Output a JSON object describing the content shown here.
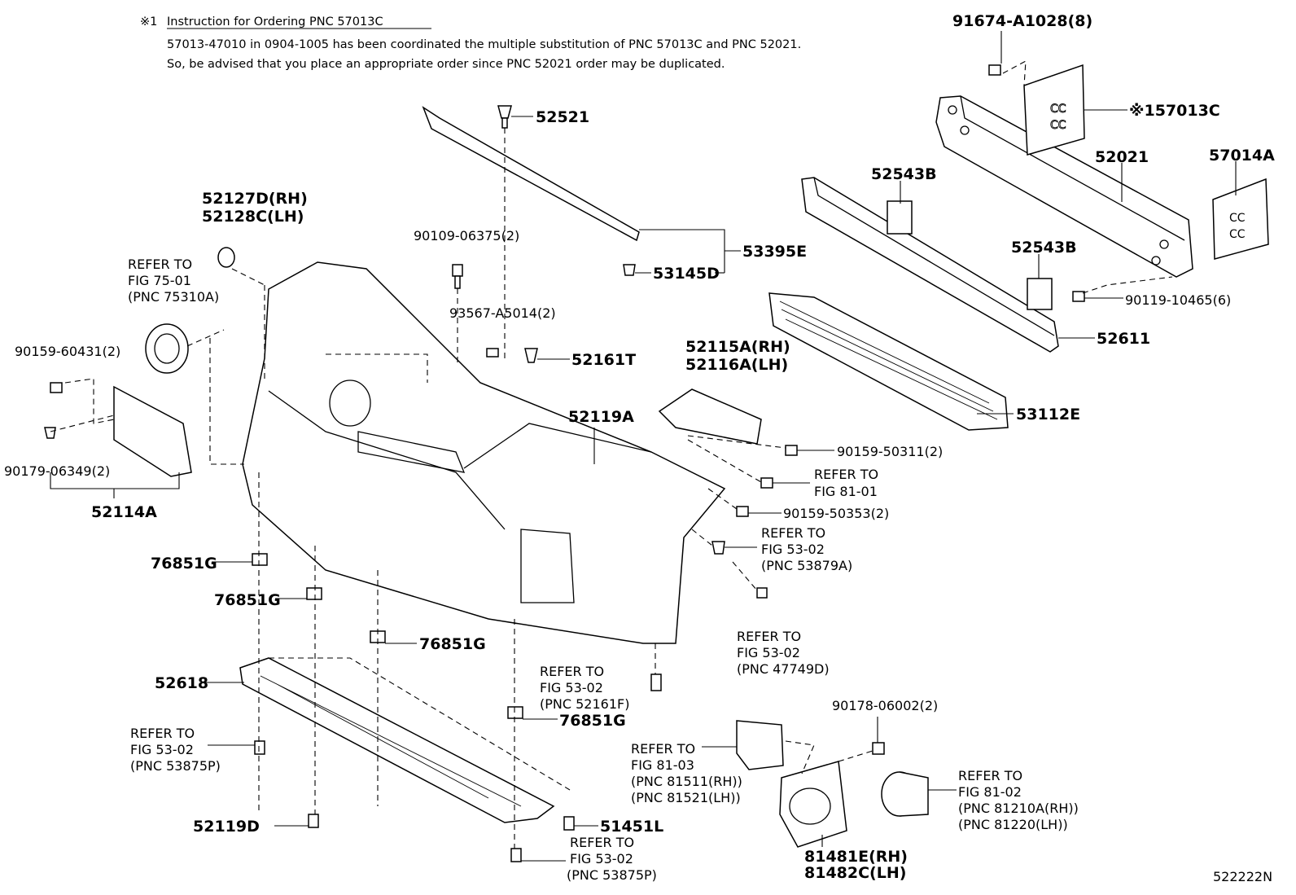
{
  "note": {
    "mark": "※1",
    "title": "Instruction for Ordering PNC 57013C",
    "line1": "57013-47010 in 0904-1005 has been coordinated the multiple substitution of PNC 57013C and PNC 52021.",
    "line2": "So, be advised that you place an appropriate order since PNC 52021 order may be duplicated."
  },
  "figure_id": "522222N",
  "labels": {
    "l_91674": "91674-A1028(8)",
    "l_57013C": "※157013C",
    "l_52521": "52521",
    "l_52021": "52021",
    "l_57014A": "57014A",
    "l_52543B_a": "52543B",
    "l_52543B_b": "52543B",
    "l_52127D": "52127D(RH)",
    "l_52128C": "52128C(LH)",
    "l_90109": "90109-06375(2)",
    "l_53395E": "53395E",
    "l_53145D": "53145D",
    "l_refer_75_1": "REFER TO",
    "l_refer_75_2": "FIG 75-01",
    "l_refer_75_3": "(PNC 75310A)",
    "l_90119": "90119-10465(6)",
    "l_93567": "93567-A5014(2)",
    "l_52611": "52611",
    "l_90159_60431": "90159-60431(2)",
    "l_52161T": "52161T",
    "l_52115A": "52115A(RH)",
    "l_52116A": "52116A(LH)",
    "l_52119A": "52119A",
    "l_53112E": "53112E",
    "l_90159_50311": "90159-50311(2)",
    "l_90179": "90179-06349(2)",
    "l_refer_81_01_1": "REFER TO",
    "l_refer_81_01_2": "FIG 81-01",
    "l_52114A": "52114A",
    "l_90159_50353": "90159-50353(2)",
    "l_refer_53879_1": "REFER TO",
    "l_refer_53879_2": "FIG 53-02",
    "l_refer_53879_3": "(PNC 53879A)",
    "l_76851G_a": "76851G",
    "l_76851G_b": "76851G",
    "l_76851G_c": "76851G",
    "l_76851G_d": "76851G",
    "l_refer_47749_1": "REFER TO",
    "l_refer_47749_2": "FIG 53-02",
    "l_refer_47749_3": "(PNC 47749D)",
    "l_52618": "52618",
    "l_refer_52161F_1": "REFER TO",
    "l_refer_52161F_2": "FIG 53-02",
    "l_refer_52161F_3": "(PNC 52161F)",
    "l_90178": "90178-06002(2)",
    "l_refer_53875_a1": "REFER TO",
    "l_refer_53875_a2": "FIG 53-02",
    "l_refer_53875_a3": "(PNC 53875P)",
    "l_refer_81_03_1": "REFER TO",
    "l_refer_81_03_2": "FIG 81-03",
    "l_refer_81_03_3": "(PNC 81511(RH))",
    "l_refer_81_03_4": "(PNC 81521(LH))",
    "l_refer_81_02_1": "REFER TO",
    "l_refer_81_02_2": "FIG 81-02",
    "l_refer_81_02_3": "(PNC 81210A(RH))",
    "l_refer_81_02_4": "(PNC 81220(LH))",
    "l_52119D": "52119D",
    "l_51451L": "51451L",
    "l_refer_53875_b1": "REFER TO",
    "l_refer_53875_b2": "FIG 53-02",
    "l_refer_53875_b3": "(PNC 53875P)",
    "l_81481E": "81481E(RH)",
    "l_81482C": "81482C(LH)"
  }
}
